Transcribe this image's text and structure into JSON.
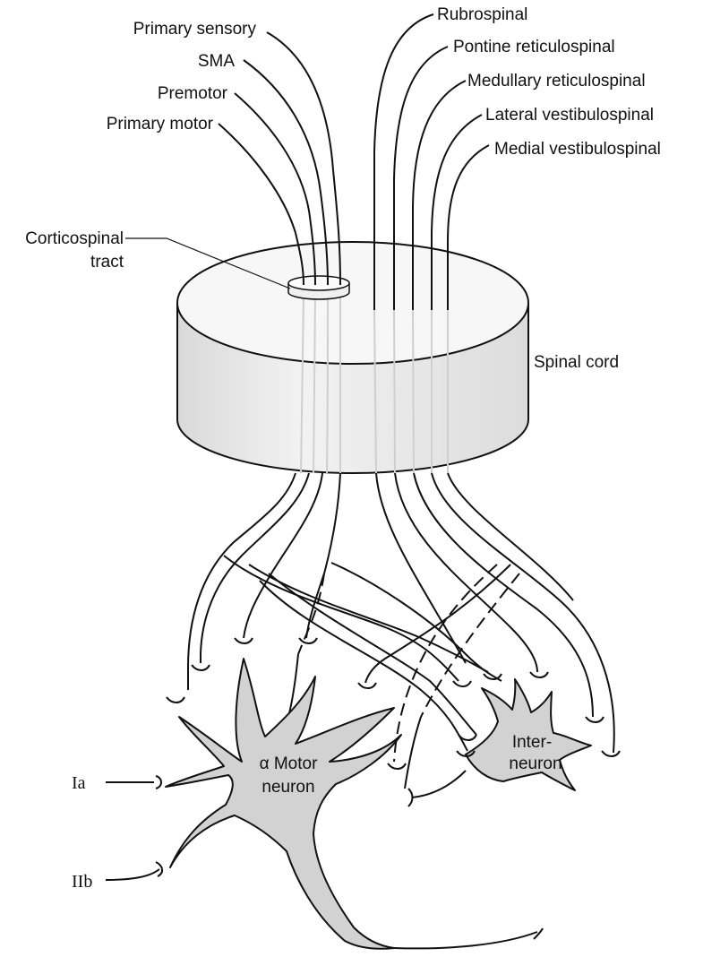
{
  "labels": {
    "primary_sensory": "Primary sensory",
    "sma": "SMA",
    "premotor": "Premotor",
    "primary_motor": "Primary motor",
    "corticospinal_line1": "Corticospinal",
    "corticospinal_line2": "tract",
    "rubrospinal": "Rubrospinal",
    "pontine_reticulospinal": "Pontine reticulospinal",
    "medullary_reticulospinal": "Medullary reticulospinal",
    "lateral_vestibulospinal": "Lateral vestibulospinal",
    "medial_vestibulospinal": "Medial vestibulospinal",
    "spinal_cord": "Spinal cord",
    "motor_neuron_line1": "α Motor",
    "motor_neuron_line2": "neuron",
    "interneuron_line1": "Inter-",
    "interneuron_line2": "neuron",
    "ia": "Ia",
    "iib": "IIb"
  },
  "colors": {
    "cylinder_top": "#f7f7f7",
    "cylinder_side": "#e4e4e4",
    "cell_fill": "#d2d2d2",
    "stroke": "#111111"
  }
}
